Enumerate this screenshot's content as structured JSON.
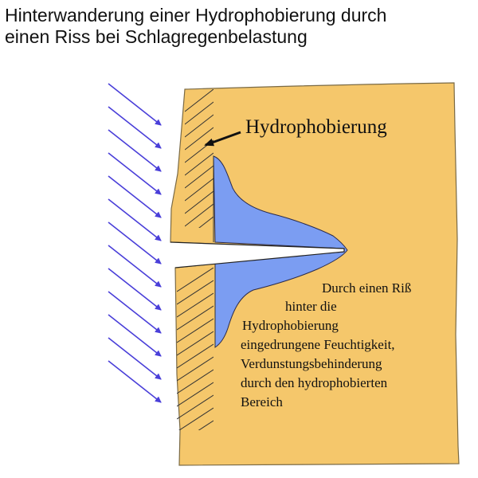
{
  "title": {
    "line1": "Hinterwanderung einer Hydrophobierung durch",
    "line2": "einen Riss bei Schlagregenbelastung"
  },
  "diagram": {
    "label_hydrophobierung": "Hydrophobierung",
    "description_lines": [
      "Durch einen Riß",
      "hinter die",
      "Hydrophobierung",
      "eingedrungene Feuchtigkeit,",
      "Verdunstungsbehinderung",
      "durch den hydrophobierten",
      "Bereich"
    ],
    "icons": [
      "rain-arrow-icon",
      "pointer-arrow-icon"
    ],
    "colors": {
      "wall": "#F5C76B",
      "moisture": "#7B9DF2",
      "rain_arrows": "#4A3FD9",
      "hatch": "#333333"
    }
  }
}
